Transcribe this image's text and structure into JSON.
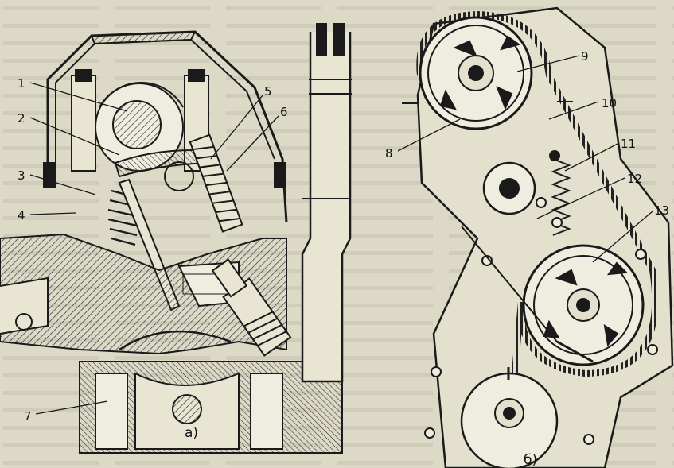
{
  "figure": {
    "panel_a": {
      "caption": "а)",
      "callouts": [
        "1",
        "2",
        "3",
        "4",
        "5",
        "6",
        "7"
      ]
    },
    "panel_b": {
      "caption": "б)",
      "callouts": [
        "8",
        "9",
        "10",
        "11",
        "12",
        "13"
      ]
    }
  },
  "colors": {
    "paper": "#dcd9c6",
    "ink": "#1a1a1a",
    "hatch": "#3a3a3a",
    "text_ghost": "#a9a696"
  }
}
